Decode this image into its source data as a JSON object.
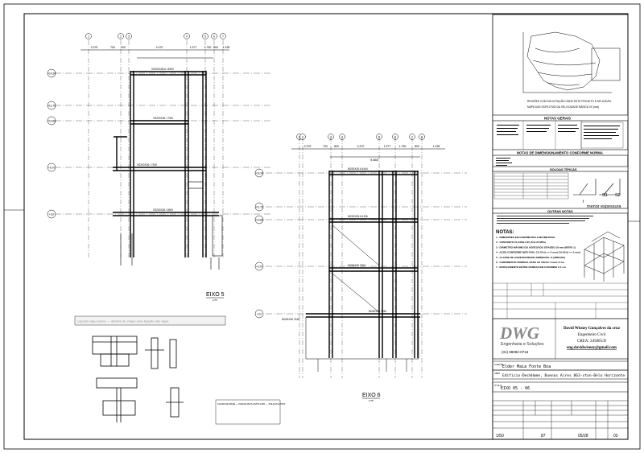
{
  "drawing": {
    "eixo5": {
      "title": "EIXO 5",
      "scale": "1/75",
      "col_labels": [
        "1",
        "2",
        "3",
        "4",
        "5",
        "6",
        "7"
      ],
      "dims": [
        "2.375",
        "700",
        "200",
        "2.470",
        "1.977",
        "1.750",
        "800",
        "1.155"
      ],
      "levels": [
        "+14,34",
        "+11,70",
        "+10,68",
        "+6,70",
        "+3,0"
      ],
      "beams": [
        "VS200X26.6 / 6900",
        "VS200X26 / 7000",
        "VS200X26 / 7200",
        "VS200X26 / 6900"
      ]
    },
    "eixo6": {
      "title": "EIXO 6",
      "scale": "1/75",
      "col_labels": [
        "1",
        "2",
        "3",
        "4",
        "5",
        "6",
        "7",
        "8"
      ],
      "dims": [
        "2.375",
        "700",
        "800",
        "2.470",
        "1.977",
        "1.750",
        "800",
        "1.155"
      ],
      "total_dim": "9.865",
      "levels": [
        "+14,34",
        "+11,70",
        "+10,68",
        "+6,70",
        "+3,0"
      ],
      "beams": [
        "W200X26.6 4444",
        "W200X26.6 4136",
        "W200X26 7300",
        "W200X26 7330",
        "W200X26 7448"
      ]
    },
    "detail_caption": "Ligação viga-coluna — detalhe de chapa para ligação das vigas",
    "small_notes": "CHAPA DE BASE — PARAFUSOS ASTM A325 — SOLDAS E70XX"
  },
  "titleblock": {
    "map_caption": "REGIÕES COM SOLICITAÇÃO ONDE ESTE PROJETO É APLICÁVEL",
    "map_subcaption": "MAPA DAS ISOPLETAS DA VELOCIDADE BÁSICA V0 (m/s)",
    "notas_gerais": "NOTAS GERAIS",
    "notas_dim": "NOTAS DE DIMENSIONAMENTO CONFORME NORMA",
    "soldas": "SOLDAS TÍPICAS",
    "menor_espessura": "menor espessura",
    "outras_notas": "OUTRAS NOTAS",
    "notas_title": "NOTAS:",
    "notas_items": [
      "1 - DIMENSÕES EM CENTÍMETRO E MILÍMETROS.",
      "2 - CONCRETO CLASSE C25 (fck=25 MPa)",
      "3 - DIÂMETRO MÁXIMO DO AGREGADO GRAÚDO 19 mm (BRITA 1)",
      "4 - AÇOS CONFORME NBR-7480: CA-50 (d >= 5 mm) CA-60 (d <= 5 mm)",
      "5 - CLASSE DE AGRESSIVIDADE AMBIENTAL II (URBANA)",
      "6 - COBRIMENTO NOMINAL PARA AS VIGAS: Cnom=3 cm",
      "7 - ESPAÇAMENTO ENTRE BARRAS EM CARAMBO 2,5 cm"
    ],
    "company": "DWG",
    "company_sub": "Engenharia e Soluções",
    "phone": "(31) 98082-0716",
    "engineer": "David Wisney Gonçalves da cruz",
    "role": "Engenheiro Civil",
    "crea": "CREA:  245805/D",
    "email": "eng.davidwisney@gmail.com",
    "cliente": "Elder Maia Fonte Boa",
    "obra": "Edificio-DeckHome, Buenos Aires 863-ston-Belo Horizonte",
    "titulo": "EIXO 05 - 06",
    "escala": "1/50",
    "folha": "87",
    "data": "05/28",
    "revisao": "03"
  }
}
